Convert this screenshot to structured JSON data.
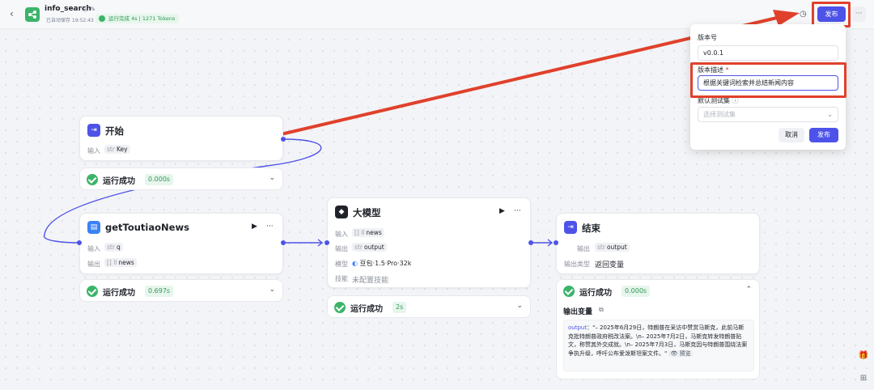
{
  "header": {
    "back": "‹",
    "app_name": "info_search",
    "title_icons": "ⓘ ✎",
    "autosave": "已自动保存 19:52:43",
    "run_status": "运行完成 4s | 1271 Tokens",
    "publish": "发布",
    "more": "···"
  },
  "popover": {
    "version_label": "版本号",
    "version_value": "v0.0.1",
    "desc_label": "版本描述",
    "required_mark": "*",
    "desc_value": "根据关键词检索并总结新闻内容",
    "testset_label": "默认测试集",
    "testset_placeholder": "选择测试集",
    "cancel": "取消",
    "publish": "发布"
  },
  "nodes": {
    "start": {
      "title": "开始",
      "input_label": "输入",
      "input_type": "str",
      "input_name": "Key",
      "status": "运行成功",
      "duration": "0.000s"
    },
    "toutiao": {
      "title": "getToutiaoNews",
      "input_label": "输入",
      "input_type": "str",
      "input_name": "q",
      "output_label": "输出",
      "output_type": "[] ll",
      "output_name": "news",
      "status": "运行成功",
      "duration": "0.697s"
    },
    "llm": {
      "title": "大模型",
      "input_label": "输入",
      "input_type": "[] ll",
      "input_name": "news",
      "output_label": "输出",
      "output_type": "str",
      "output_name": "output",
      "model_label": "模型",
      "model_name": "豆包·1.5·Pro·32k",
      "skill_label": "技能",
      "skill_value": "未配置技能",
      "status": "运行成功",
      "duration": "2s"
    },
    "end": {
      "title": "结束",
      "output_label": "输出",
      "output_type": "str",
      "output_name": "output",
      "output_kind_label": "输出类型",
      "output_kind_value": "返回变量",
      "status": "运行成功",
      "duration": "0.000s",
      "var_title": "输出变量",
      "var_key": "output",
      "var_text": "：\"– 2025年6月29日，特朗普在采访中赞赏马斯克，此前马斯克批特朗普政府税改法案。\\n– 2025年7月2日，马斯克转发特朗普贴文，称赞其外交成就。\\n– 2025年7月3日，马斯克因与特朗普围绕法案争执升级，呼吁公布爱泼斯坦案文件。\"",
      "preview": "👁 预览"
    }
  },
  "colors": {
    "accent": "#4d53e8",
    "success": "#3bb46a",
    "annotation": "#e0412c"
  }
}
